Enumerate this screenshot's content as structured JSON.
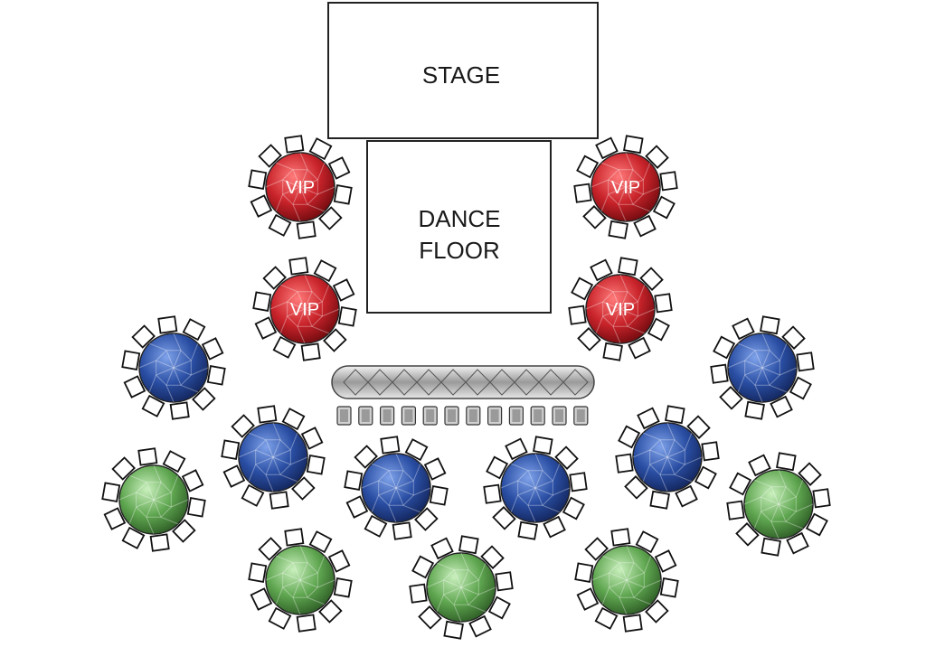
{
  "labels": {
    "stage": "STAGE",
    "dance_line1": "DANCE",
    "dance_line2": "FLOOR",
    "vip": "VIP"
  },
  "colors": {
    "vip": "#c8232a",
    "blue": "#2a4ea3",
    "green": "#5fa650",
    "chair_stroke": "#111111",
    "crystal": "#c8c8c8"
  },
  "tables": {
    "vip_count": 4,
    "blue_count": 6,
    "green_count": 5,
    "chairs_per_table": 10
  },
  "head_table_chairs": 12
}
